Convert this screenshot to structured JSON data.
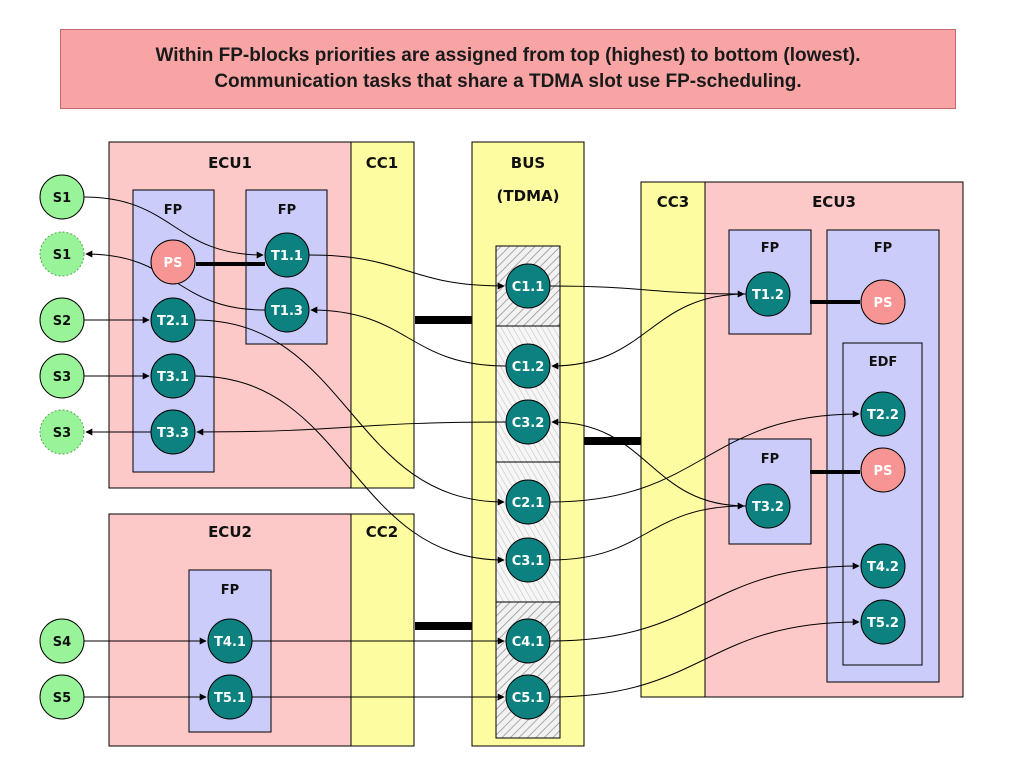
{
  "caption": {
    "line1": "Within FP-blocks priorities are assigned from top (highest) to bottom (lowest).",
    "line2": "Communication tasks that share a TDMA slot use FP-scheduling."
  },
  "colors": {
    "ecu_fill": "#fcc8c8",
    "cc_fill": "#fdfca0",
    "fp_fill": "#ccccfa",
    "task_fill": "#0d8080",
    "ps_fill": "#f79494",
    "source_fill": "#99f399",
    "edge": "#000000"
  },
  "labels": {
    "ecu1": "ECU1",
    "ecu2": "ECU2",
    "ecu3": "ECU3",
    "cc1": "CC1",
    "cc2": "CC2",
    "cc3": "CC3",
    "bus": "BUS",
    "tdma": "(TDMA)",
    "fp": "FP",
    "edf": "EDF"
  },
  "tasks": [
    "T1.1",
    "T1.3",
    "T2.1",
    "T3.1",
    "T3.3",
    "T4.1",
    "T5.1",
    "T1.2",
    "T3.2",
    "T2.2",
    "T4.2",
    "T5.2"
  ],
  "messages": [
    "C1.1",
    "C1.2",
    "C3.2",
    "C2.1",
    "C3.1",
    "C4.1",
    "C5.1"
  ],
  "schedulers": [
    "PS",
    "PS",
    "PS"
  ],
  "sources": [
    {
      "label": "S1",
      "style": "solid"
    },
    {
      "label": "S1",
      "style": "dotted"
    },
    {
      "label": "S2",
      "style": "solid"
    },
    {
      "label": "S3",
      "style": "solid"
    },
    {
      "label": "S3",
      "style": "dotted"
    },
    {
      "label": "S4",
      "style": "solid"
    },
    {
      "label": "S5",
      "style": "solid"
    }
  ],
  "edges": [
    {
      "from": "S1",
      "to": "T1.1"
    },
    {
      "from": "T1.1",
      "to": "C1.1"
    },
    {
      "from": "C1.1",
      "to": "T1.2"
    },
    {
      "from": "T1.2",
      "to": "C1.2"
    },
    {
      "from": "C1.2",
      "to": "T1.3"
    },
    {
      "from": "T1.3",
      "to": "S1"
    },
    {
      "from": "S2",
      "to": "T2.1"
    },
    {
      "from": "T2.1",
      "to": "C2.1"
    },
    {
      "from": "C2.1",
      "to": "T2.2"
    },
    {
      "from": "S3",
      "to": "T3.1"
    },
    {
      "from": "T3.1",
      "to": "C3.1"
    },
    {
      "from": "C3.1",
      "to": "T3.2"
    },
    {
      "from": "T3.2",
      "to": "C3.2"
    },
    {
      "from": "C3.2",
      "to": "T3.3"
    },
    {
      "from": "T3.3",
      "to": "S3"
    },
    {
      "from": "S4",
      "to": "T4.1"
    },
    {
      "from": "T4.1",
      "to": "C4.1"
    },
    {
      "from": "C4.1",
      "to": "T4.2"
    },
    {
      "from": "S5",
      "to": "T5.1"
    },
    {
      "from": "T5.1",
      "to": "C5.1"
    },
    {
      "from": "C5.1",
      "to": "T5.2"
    }
  ]
}
